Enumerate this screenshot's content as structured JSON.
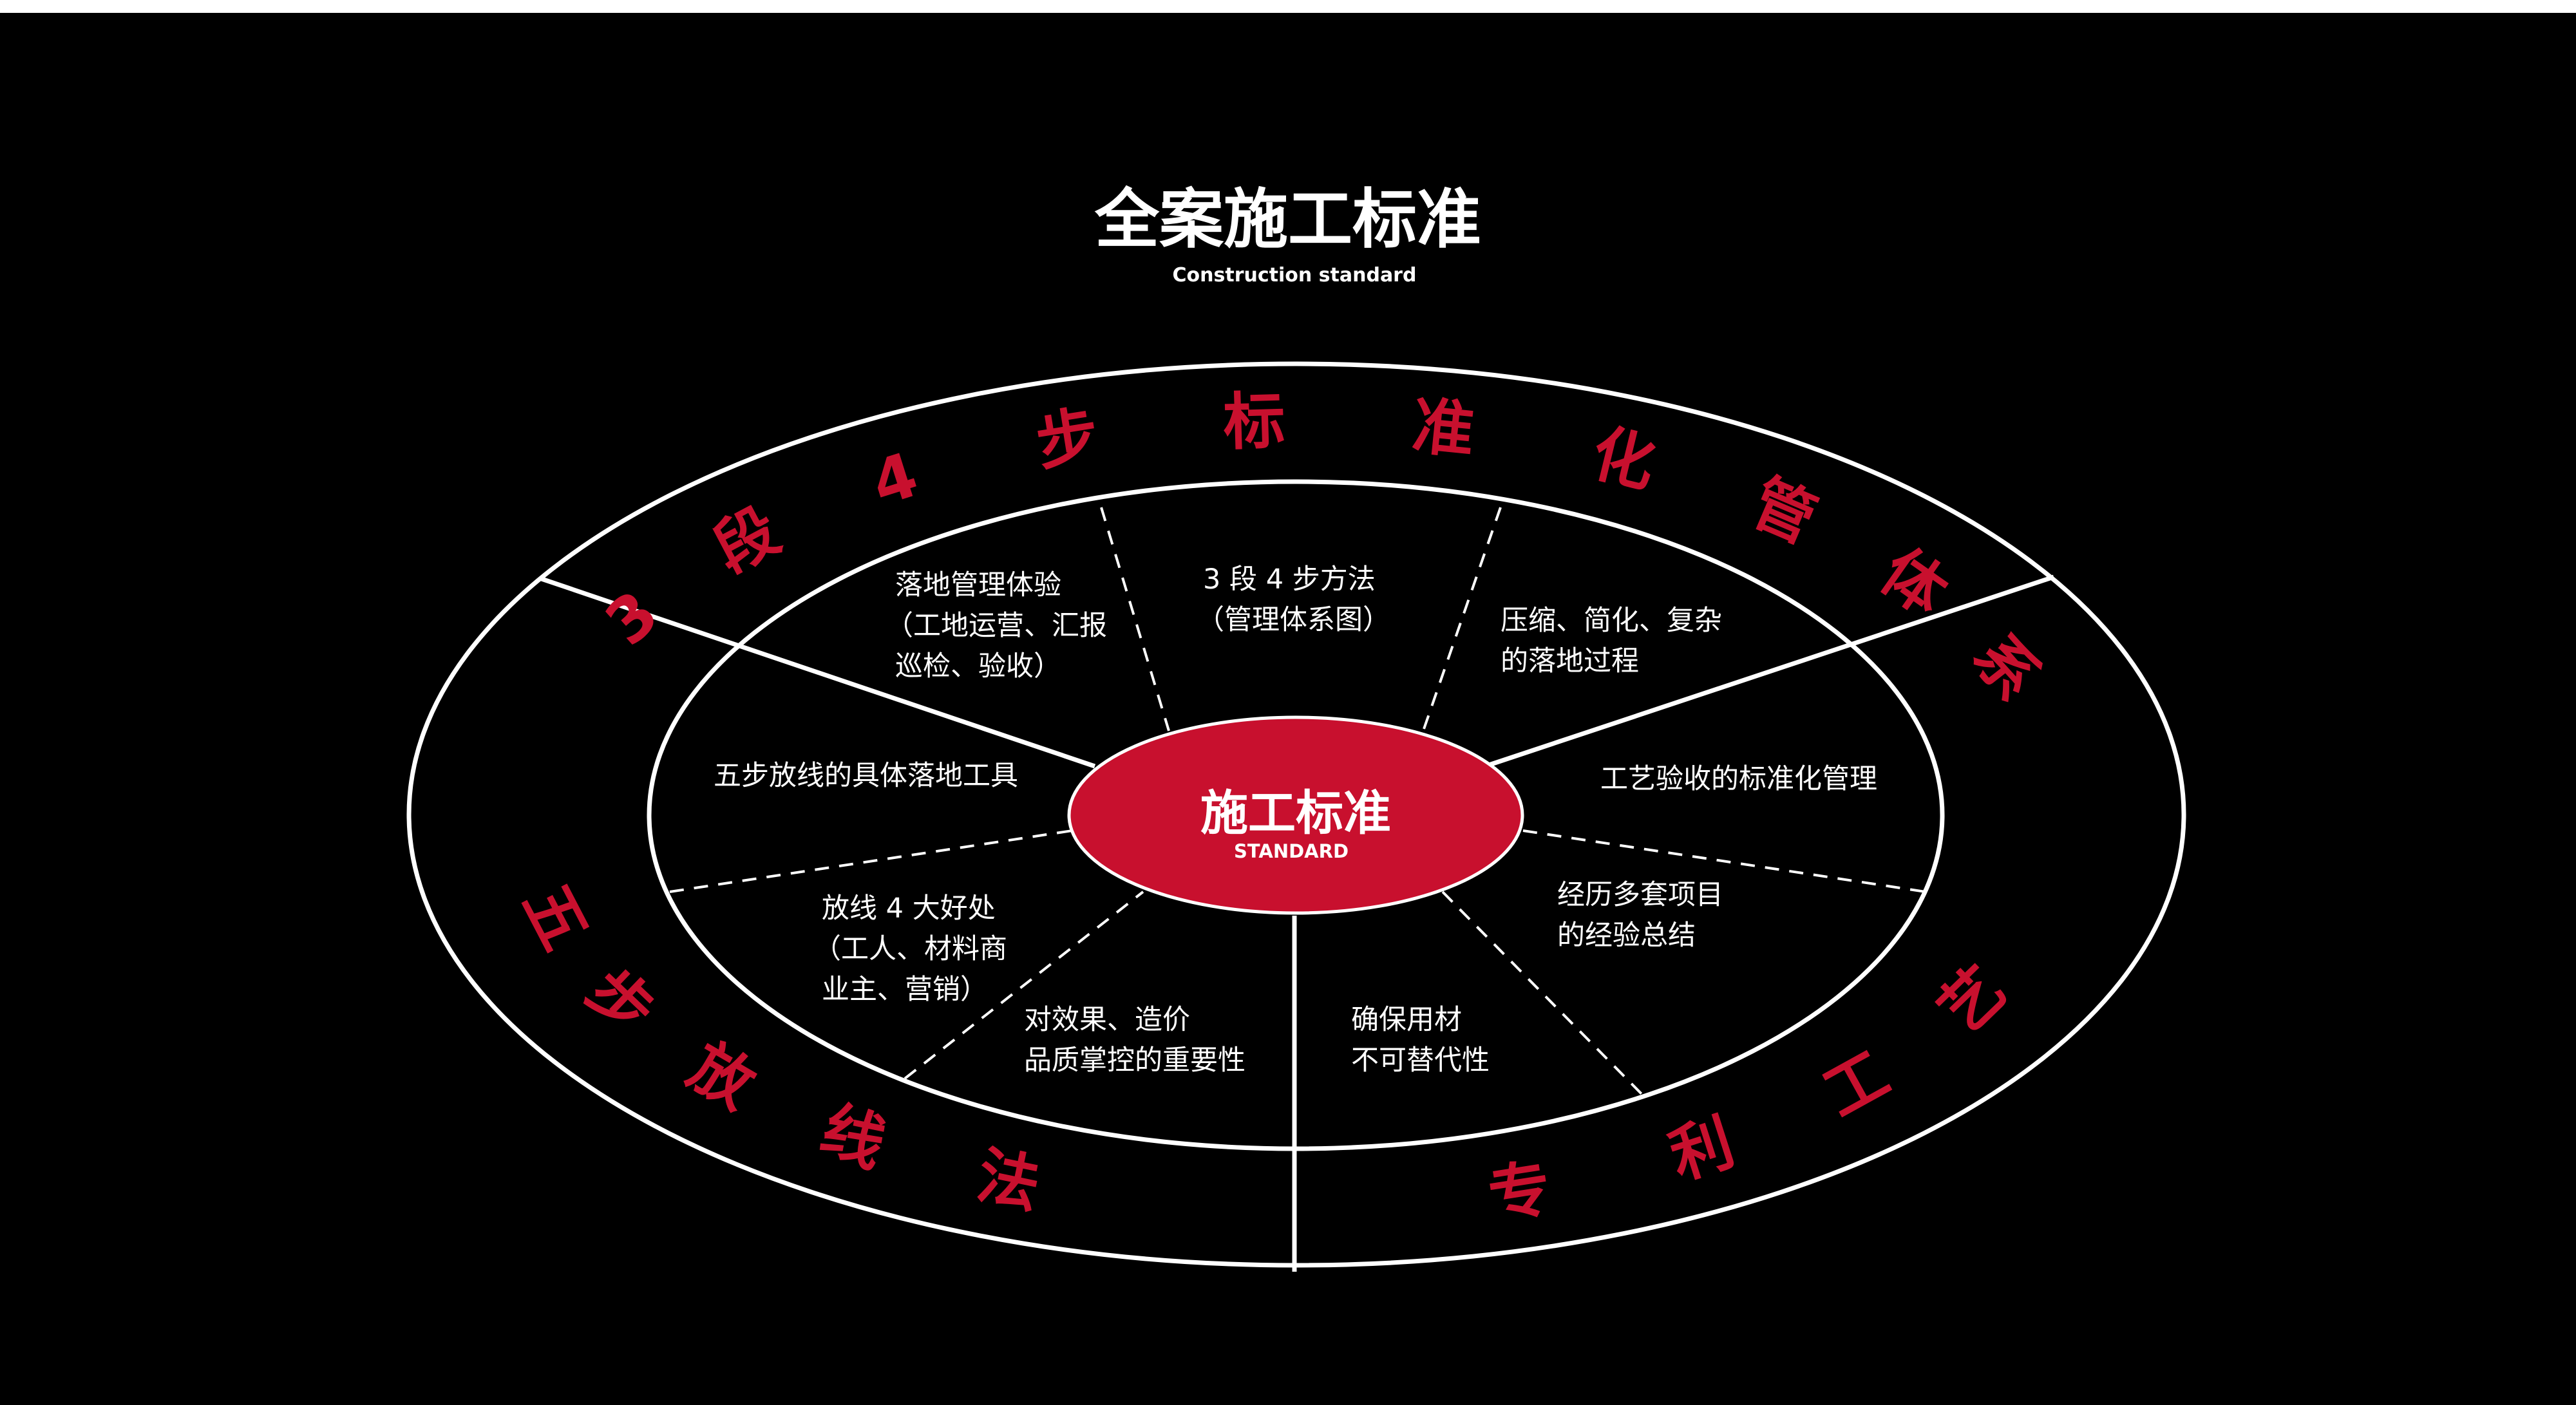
{
  "title": "全案施工标准",
  "subtitle": "Construction standard",
  "center": {
    "title": "施工标准",
    "subtitle": "STANDARD"
  },
  "outer_ring": {
    "top": "3段4步标准化管体系",
    "left": "五步放线法",
    "right": "专利工艺"
  },
  "segments": [
    {
      "id": "s1",
      "lines": [
        "落地管理体验",
        "（工地运营、汇报",
        "巡检、验收）"
      ]
    },
    {
      "id": "s2",
      "lines": [
        "3 段 4 步方法",
        "（管理体系图）"
      ]
    },
    {
      "id": "s3",
      "lines": [
        "压缩、简化、复杂",
        "的落地过程"
      ]
    },
    {
      "id": "s4",
      "lines": [
        "五步放线的具体落地工具"
      ]
    },
    {
      "id": "s5",
      "lines": [
        "工艺验收的标准化管理"
      ]
    },
    {
      "id": "s6",
      "lines": [
        "放线 4 大好处",
        "（工人、材料商",
        "业主、营销）"
      ]
    },
    {
      "id": "s7",
      "lines": [
        "对效果、造价",
        "品质掌控的重要性"
      ]
    },
    {
      "id": "s8",
      "lines": [
        "确保用材",
        "不可替代性"
      ]
    },
    {
      "id": "s9",
      "lines": [
        "经历多套项目",
        "的经验总结"
      ]
    }
  ],
  "colors": {
    "background": "#000000",
    "accent": "#c8102e",
    "line": "#ffffff"
  }
}
